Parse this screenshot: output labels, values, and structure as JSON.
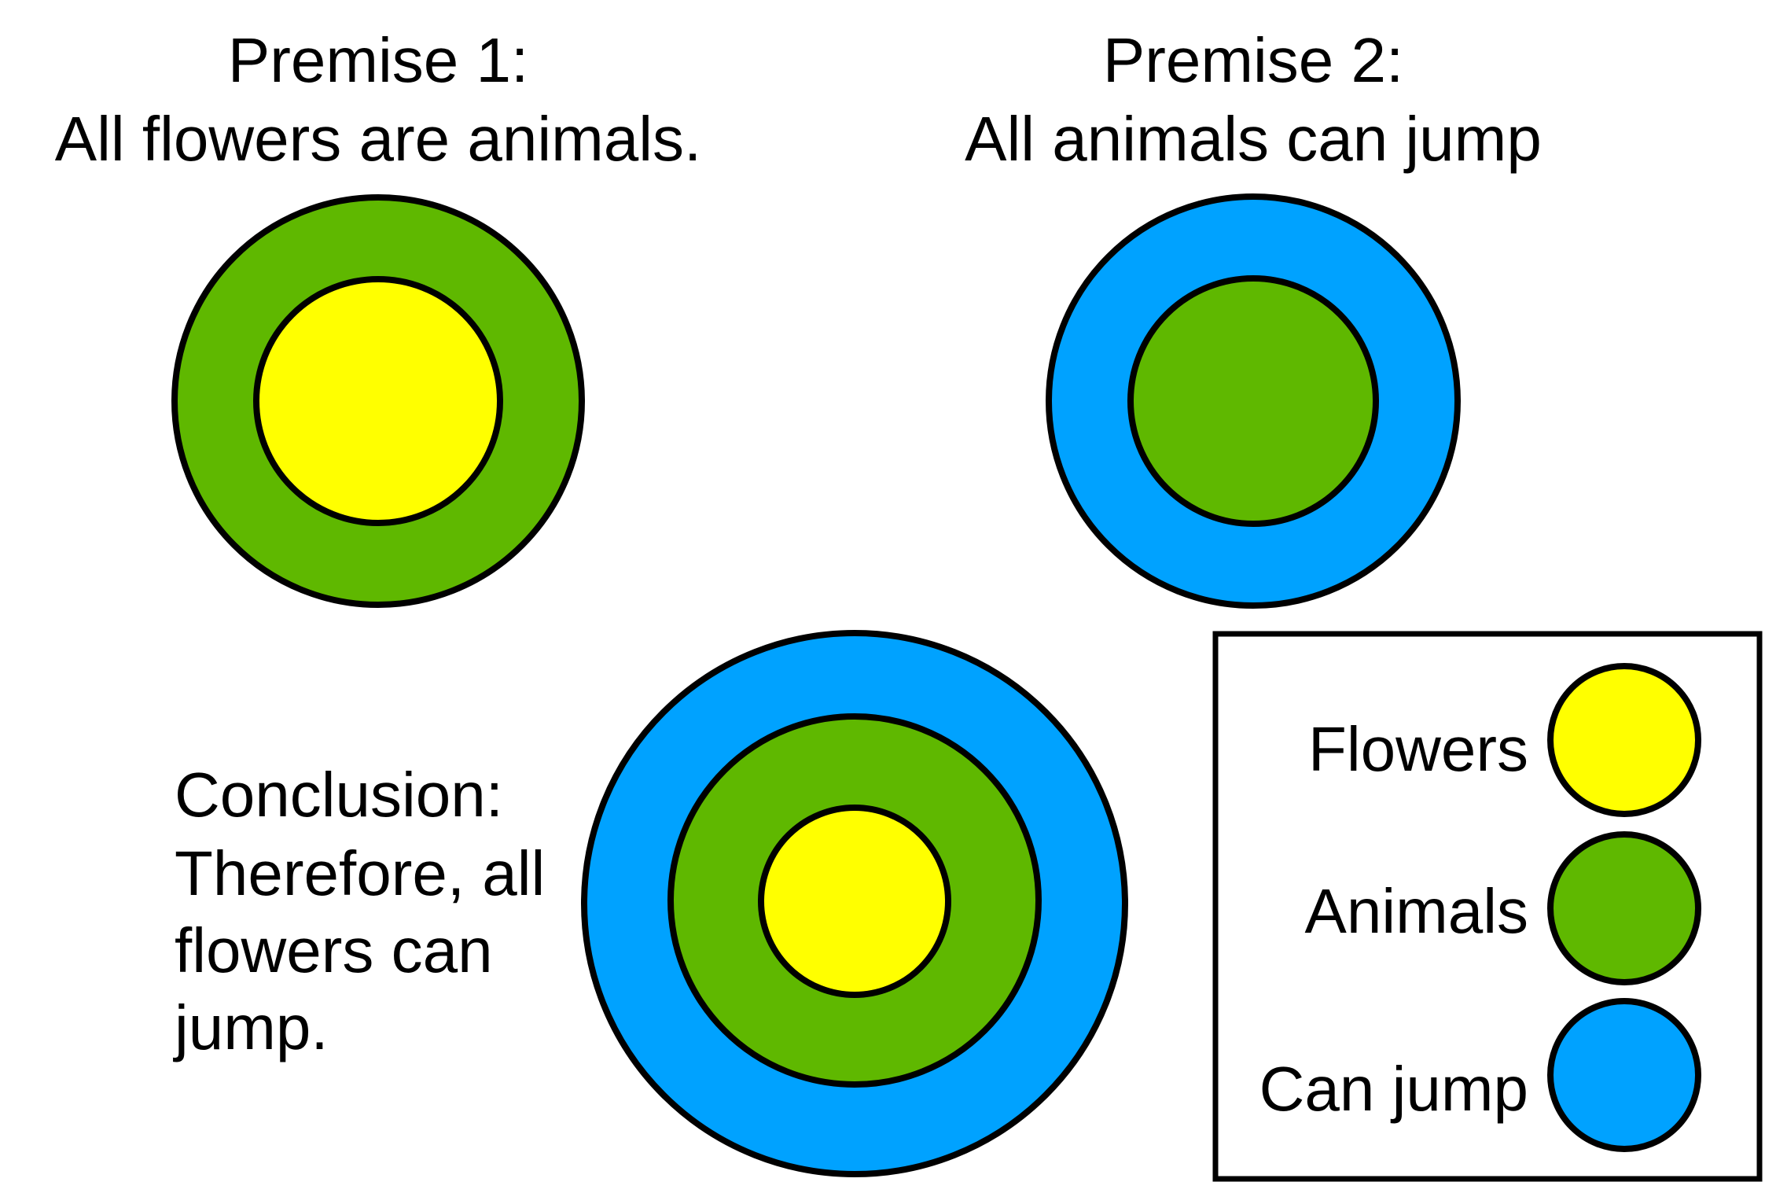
{
  "premise1": {
    "heading": "Premise 1:",
    "statement": "All flowers are animals."
  },
  "premise2": {
    "heading": "Premise 2:",
    "statement": "All animals can jump"
  },
  "conclusion": {
    "lines": [
      "Conclusion:",
      "Therefore, all",
      "flowers can",
      "jump."
    ]
  },
  "legend": {
    "items": [
      {
        "label": "Flowers",
        "color": "#ffff00"
      },
      {
        "label": "Animals",
        "color": "#5fb800"
      },
      {
        "label": "Can jump",
        "color": "#00a2ff"
      }
    ]
  },
  "colors": {
    "flowers": "#ffff00",
    "animals": "#5fb800",
    "can_jump": "#00a2ff",
    "outline": "#000000"
  }
}
